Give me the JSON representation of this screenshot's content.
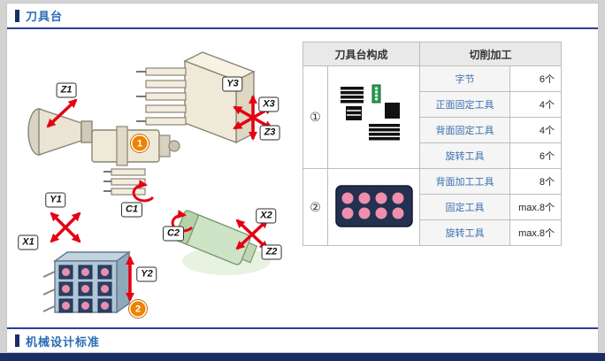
{
  "header": {
    "title": "刀具台"
  },
  "footer": {
    "title": "机械设计标准"
  },
  "diagram": {
    "axis_labels": [
      {
        "id": "Z1",
        "text": "Z1"
      },
      {
        "id": "Y3",
        "text": "Y3"
      },
      {
        "id": "X3",
        "text": "X3"
      },
      {
        "id": "Z3",
        "text": "Z3"
      },
      {
        "id": "Y1",
        "text": "Y1"
      },
      {
        "id": "X1",
        "text": "X1"
      },
      {
        "id": "C1",
        "text": "C1"
      },
      {
        "id": "C2",
        "text": "C2"
      },
      {
        "id": "X2",
        "text": "X2"
      },
      {
        "id": "Z2",
        "text": "Z2"
      },
      {
        "id": "Y2",
        "text": "Y2"
      }
    ],
    "badges": [
      {
        "text": "1"
      },
      {
        "text": "2"
      }
    ]
  },
  "table": {
    "headers": {
      "composition": "刀具台构成",
      "cutting": "切削加工"
    },
    "groups": [
      {
        "index": "①",
        "icon": "gang-tool-holder-icon",
        "rows": [
          {
            "label": "字节",
            "value": "6个"
          },
          {
            "label": "正面固定工具",
            "value": "4个"
          },
          {
            "label": "背面固定工具",
            "value": "4个"
          },
          {
            "label": "旋转工具",
            "value": "6个"
          }
        ]
      },
      {
        "index": "②",
        "icon": "back-tool-post-icon",
        "rows": [
          {
            "label": "背面加工工具",
            "value": "8个"
          },
          {
            "label": "固定工具",
            "value": "max.8个"
          },
          {
            "label": "旋转工具",
            "value": "max.8个"
          }
        ]
      }
    ]
  },
  "colors": {
    "accent_blue": "#2a6cb5",
    "rule_navy": "#2b3f96",
    "bottom_bar_navy": "#1b2d66",
    "arrow_red": "#e60012",
    "badge_orange": "#ef8200",
    "icon_pink": "#ee8fae"
  }
}
